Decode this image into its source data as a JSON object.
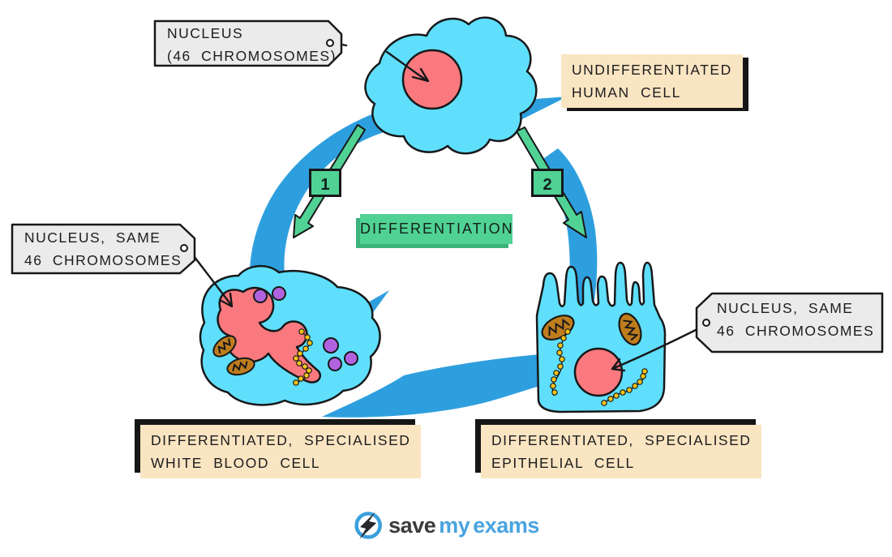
{
  "colors": {
    "background": "#ffffff",
    "cell_blue": "#5FDFFB",
    "ring_blue": "#2E9FDE",
    "nucleus_pink": "#F9797F",
    "green": "#50D295",
    "peach_label": "#FAE5C3",
    "tag_gray": "#EBEBEB",
    "granule_purple": "#B163DF",
    "mitochondria_brown": "#BF7D1D",
    "ribosome_gold": "#FFC515",
    "outline": "#17181a",
    "logo_blue": "#4AA4DF",
    "logo_dark": "#3B3B3B"
  },
  "labels": {
    "tag_nucleus_top": {
      "line1": "NUCLEUS",
      "line2": "(46 CHROMOSOMES)"
    },
    "undifferentiated": {
      "line1": "UNDIFFERENTIATED",
      "line2": "HUMAN CELL"
    },
    "differentiation": "DIFFERENTIATION",
    "step1": "1",
    "step2": "2",
    "tag_nucleus_left": {
      "line1": "NUCLEUS, SAME",
      "line2": "46 CHROMOSOMES"
    },
    "tag_nucleus_right": {
      "line1": "NUCLEUS, SAME",
      "line2": "46 CHROMOSOMES"
    },
    "white_blood_cell": {
      "line1": "DIFFERENTIATED, SPECIALISED",
      "line2": "WHITE BLOOD CELL"
    },
    "epithelial_cell": {
      "line1": "DIFFERENTIATED, SPECIALISED",
      "line2": "EPITHELIAL CELL"
    }
  },
  "logo": {
    "word1": "save",
    "word2": "my",
    "word3": "exams"
  },
  "diagram": {
    "type": "cell-differentiation-cycle",
    "cells": [
      {
        "name": "undifferentiated human cell",
        "organelles": [
          "nucleus"
        ]
      },
      {
        "name": "white blood cell",
        "organelles": [
          "lobed nucleus",
          "mitochondria",
          "granules",
          "ribosome chain"
        ]
      },
      {
        "name": "epithelial cell",
        "organelles": [
          "nucleus",
          "mitochondria",
          "ribosome chains",
          "microvilli"
        ]
      }
    ]
  }
}
